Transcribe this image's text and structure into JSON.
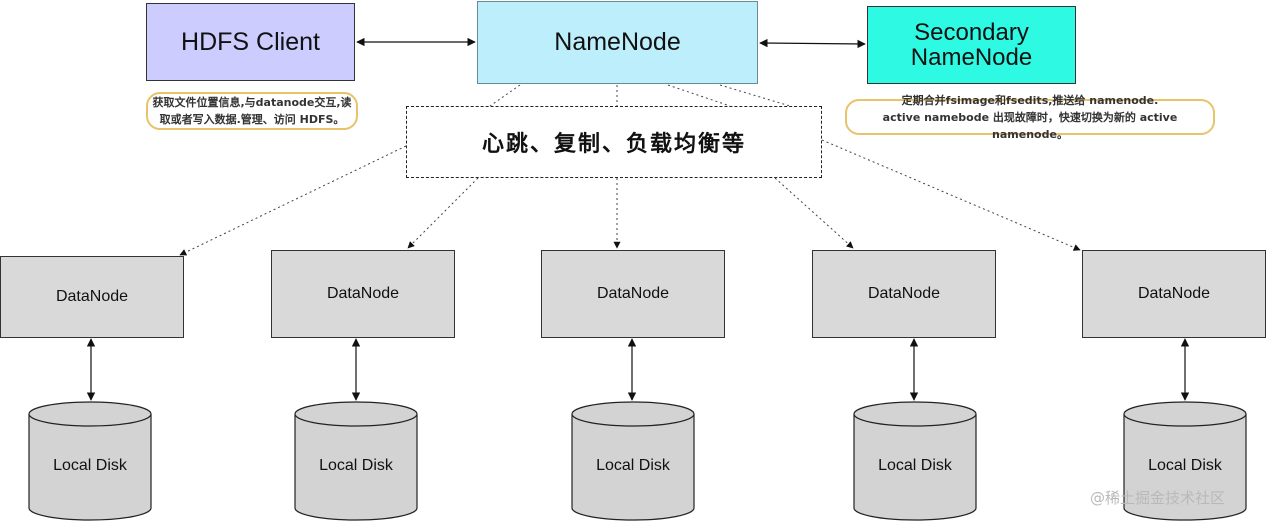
{
  "nodes": {
    "hdfs_client": "HDFS Client",
    "namenode": "NameNode",
    "secondary_namenode": [
      "Secondary",
      "NameNode"
    ]
  },
  "notes": {
    "client": [
      "获取文件位置信息,与datanode交互,读",
      "取或者写入数据.管理、访问 HDFS。"
    ],
    "secondary": [
      "定期合并fsimage和fsedits,推送给 namenode.",
      "active namebode 出现故障时，快速切换为新的 active namenode。"
    ]
  },
  "heartbeat_label": "心跳、复制、负载均衡等",
  "datanodes": [
    "DataNode",
    "DataNode",
    "DataNode",
    "DataNode",
    "DataNode"
  ],
  "disks": [
    "Local Disk",
    "Local Disk",
    "Local Disk",
    "Local Disk",
    "Local Disk"
  ],
  "watermark": "@稀土掘金技术社区",
  "colors": {
    "client_fill": "#ccccff",
    "namenode_fill": "#bdeefc",
    "secondary_fill": "#2efae4",
    "datanode_fill": "#d9d9d9",
    "disk_fill": "#d3d3d3",
    "note_border": "#e8c36a"
  }
}
